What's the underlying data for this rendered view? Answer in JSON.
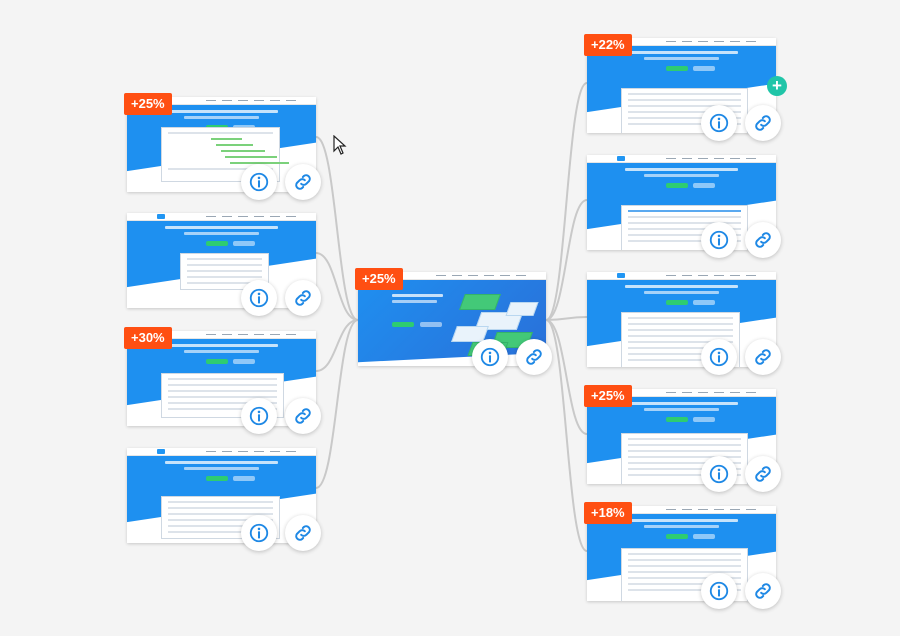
{
  "colors": {
    "background": "#f4f4f4",
    "badge": "#ff4f12",
    "hero_blue": "#1e90f0",
    "icon_blue": "#1e88e5",
    "connector": "#c9c9c9",
    "add_button": "#20c5a8"
  },
  "center": {
    "badge": "+25%",
    "info_icon": "info-icon",
    "link_icon": "link-icon"
  },
  "left": [
    {
      "badge": "+25%",
      "variant": "gantt",
      "info_icon": "info-icon",
      "link_icon": "link-icon"
    },
    {
      "badge": "",
      "variant": "gallery",
      "info_icon": "info-icon",
      "link_icon": "link-icon"
    },
    {
      "badge": "+30%",
      "variant": "diagram",
      "info_icon": "info-icon",
      "link_icon": "link-icon"
    },
    {
      "badge": "",
      "variant": "pivot",
      "info_icon": "info-icon",
      "link_icon": "link-icon"
    }
  ],
  "right": [
    {
      "badge": "+22%",
      "variant": "widgets",
      "info_icon": "info-icon",
      "link_icon": "link-icon"
    },
    {
      "badge": "",
      "variant": "spreadsheet",
      "info_icon": "info-icon",
      "link_icon": "link-icon"
    },
    {
      "badge": "",
      "variant": "editor",
      "info_icon": "info-icon",
      "link_icon": "link-icon"
    },
    {
      "badge": "+25%",
      "variant": "scheduler",
      "info_icon": "info-icon",
      "link_icon": "link-icon"
    },
    {
      "badge": "+18%",
      "variant": "project",
      "info_icon": "info-icon",
      "link_icon": "link-icon"
    }
  ],
  "add_button": {
    "label": "+",
    "icon": "plus-icon"
  },
  "cursor": {
    "icon": "arrow-cursor-icon"
  }
}
